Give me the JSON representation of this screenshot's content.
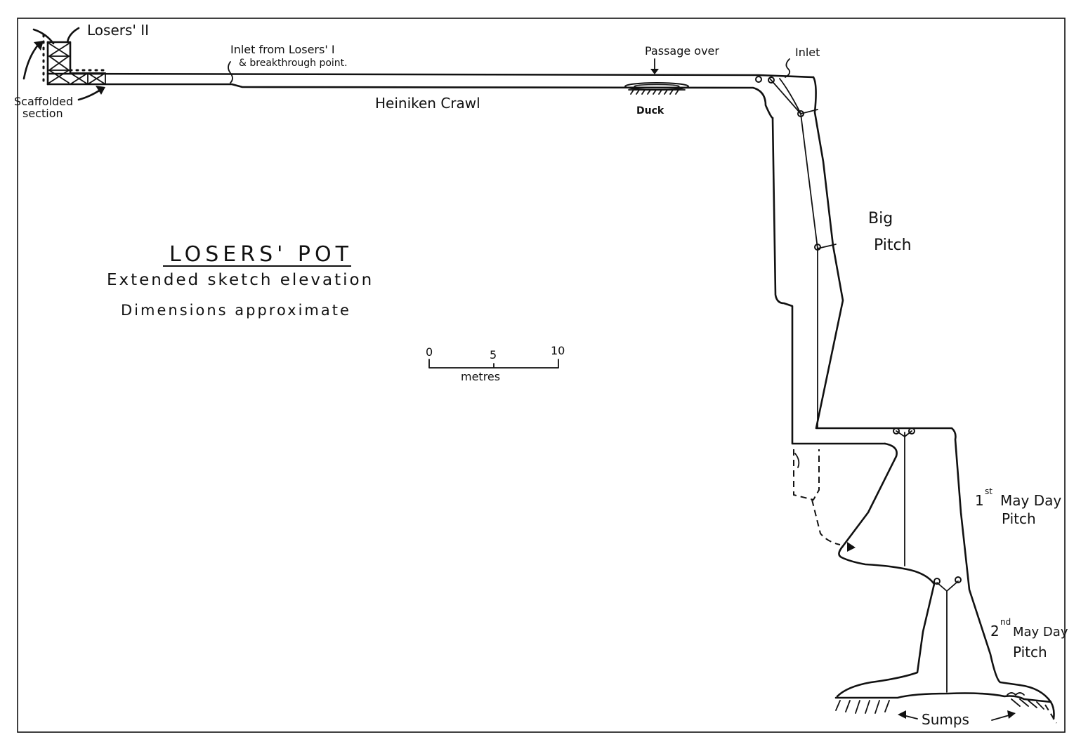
{
  "title": "LOSERS' POT",
  "subtitle": "Extended sketch elevation",
  "note": "Dimensions approximate",
  "scale_bar": {
    "ticks": [
      "0",
      "5",
      "10"
    ],
    "unit": "metres"
  },
  "labels": {
    "losers_ii": "Losers' II",
    "scaffolded_line1": "Scaffolded",
    "scaffolded_line2": "section",
    "inlet_from_line1": "Inlet from Losers' I",
    "inlet_from_line2": "& breakthrough point.",
    "heiniken_crawl": "Heiniken Crawl",
    "passage_over": "Passage over",
    "duck": "Duck",
    "inlet": "Inlet",
    "big_pitch_line1": "Big",
    "big_pitch_line2": "Pitch",
    "first_mayday_sup": "st",
    "first_mayday_num": "1",
    "first_mayday_line1": "May Day",
    "first_mayday_line2": "Pitch",
    "second_mayday_num": "2",
    "second_mayday_sup": "nd",
    "second_mayday_line1": "May Day",
    "second_mayday_line2": "Pitch",
    "sumps": "Sumps"
  }
}
